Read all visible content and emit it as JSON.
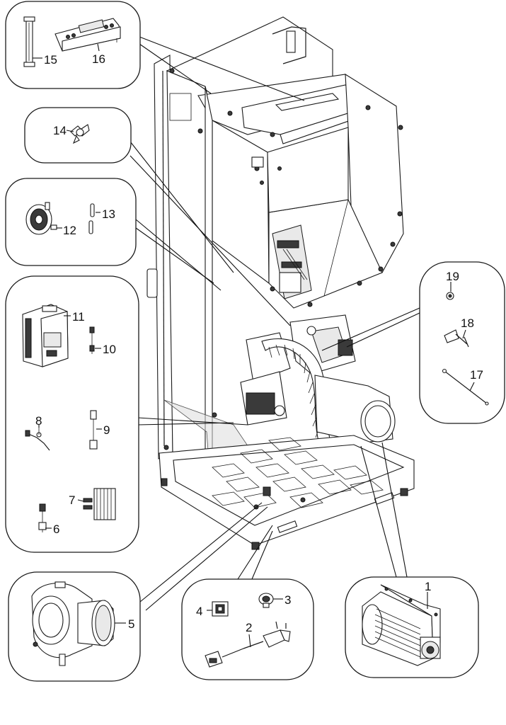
{
  "diagram": {
    "part_labels": [
      "1",
      "2",
      "3",
      "4",
      "5",
      "6",
      "7",
      "8",
      "9",
      "10",
      "11",
      "12",
      "13",
      "14",
      "15",
      "16",
      "17",
      "18",
      "19"
    ]
  }
}
